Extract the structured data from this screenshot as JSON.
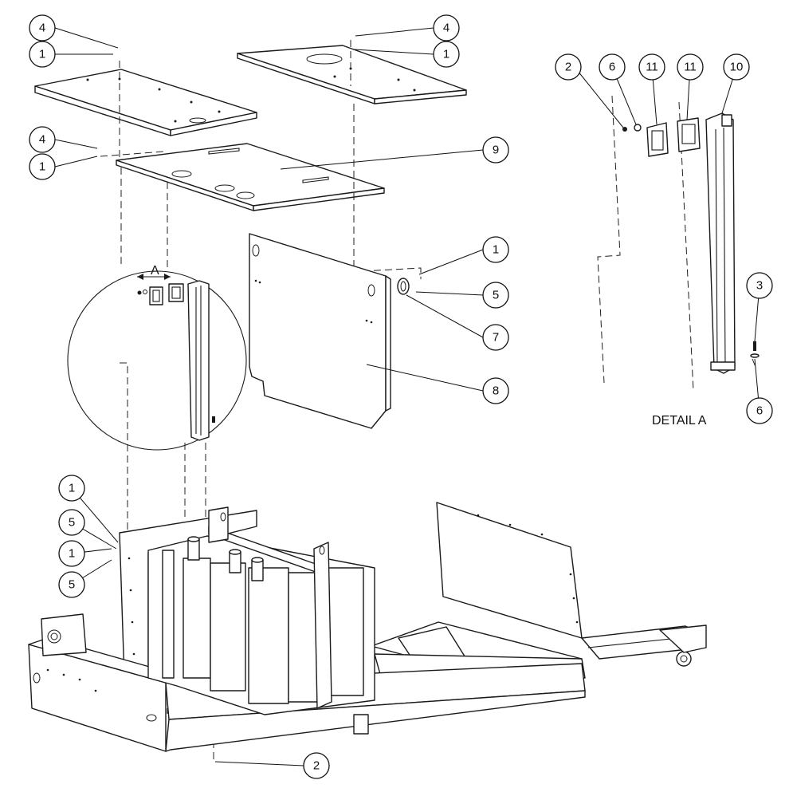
{
  "detail_view": {
    "title": "DETAIL A",
    "marker": "A"
  },
  "callouts": [
    {
      "id": "c-4-top-left",
      "text": "4"
    },
    {
      "id": "c-1-top-left",
      "text": "1"
    },
    {
      "id": "c-4-top-right",
      "text": "4"
    },
    {
      "id": "c-1-top-right",
      "text": "1"
    },
    {
      "id": "c-4-mid-left",
      "text": "4"
    },
    {
      "id": "c-1-mid-left",
      "text": "1"
    },
    {
      "id": "c-9",
      "text": "9"
    },
    {
      "id": "c-1-panel",
      "text": "1"
    },
    {
      "id": "c-5-panel",
      "text": "5"
    },
    {
      "id": "c-7",
      "text": "7"
    },
    {
      "id": "c-8",
      "text": "8"
    },
    {
      "id": "c-1-base-a",
      "text": "1"
    },
    {
      "id": "c-5-base-a",
      "text": "5"
    },
    {
      "id": "c-1-base-b",
      "text": "1"
    },
    {
      "id": "c-5-base-b",
      "text": "5"
    },
    {
      "id": "c-2-bottom",
      "text": "2"
    },
    {
      "id": "c-2-detail",
      "text": "2"
    },
    {
      "id": "c-6-detail-top",
      "text": "6"
    },
    {
      "id": "c-11-a",
      "text": "11"
    },
    {
      "id": "c-11-b",
      "text": "11"
    },
    {
      "id": "c-10",
      "text": "10"
    },
    {
      "id": "c-3",
      "text": "3"
    },
    {
      "id": "c-6-detail-bottom",
      "text": "6"
    }
  ]
}
